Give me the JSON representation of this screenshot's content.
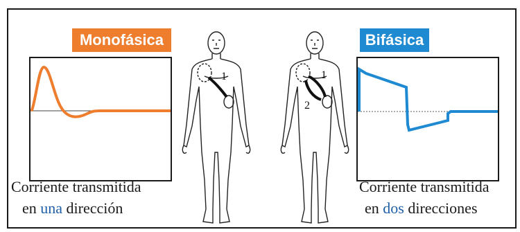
{
  "monophasic": {
    "label": "Monofásica",
    "caption_line1": "Corriente transmitida",
    "caption_line2_pre": "en ",
    "caption_line2_highlight": "una",
    "caption_line2_post": " dirección",
    "curve_color": "#ee7d2e",
    "badge_color": "#ee7d2e"
  },
  "biphasic": {
    "label": "Bifásica",
    "caption_line1": "Corriente transmitida",
    "caption_line2_pre": "en ",
    "caption_line2_highlight": "dos",
    "caption_line2_post": " direcciones",
    "curve_color": "#1f8ad1",
    "badge_color": "#1f8ad1"
  },
  "figure_left": {
    "marker1": "1"
  },
  "figure_right": {
    "marker1": "1",
    "marker2": "2"
  },
  "highlight_color": "#1f5fa8"
}
